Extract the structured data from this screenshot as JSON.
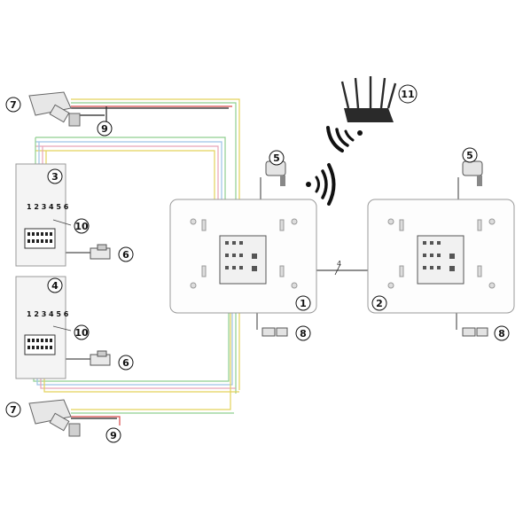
{
  "callouts": {
    "monitor_1": "1",
    "monitor_2": "2",
    "outdoor_station_1": "3",
    "outdoor_station_2": "4",
    "power_supply_monitor_1": "5",
    "power_supply_monitor_2": "5",
    "lock_1": "6",
    "lock_2": "6",
    "camera_top": "7",
    "camera_bottom": "7",
    "camera_power_top": "9",
    "camera_power_bottom": "9",
    "door_release_1": "10",
    "door_release_2": "10",
    "exit_button_monitor_1": "8",
    "exit_button_monitor_2": "8",
    "wifi_router": "11"
  },
  "terminal_labels": {
    "station_1": "1 2 3 4 5 6",
    "station_2": "1 2 3 4 5 6"
  },
  "link_label": "4",
  "colors": {
    "wire_yellow": "#e3d25b",
    "wire_green": "#8fcf8f",
    "wire_blue": "#9ec3e6",
    "wire_pink": "#e8a3b6",
    "wire_red": "#d84a4a",
    "wire_black": "#222222",
    "panel_stroke": "#9a9a9a",
    "device_fill": "#f3f3f3"
  },
  "icons": {
    "router": "wifi-router-icon",
    "wifi": "wifi-signal-icon",
    "camera": "cctv-camera-icon",
    "lock": "electric-lock-icon",
    "adapter": "power-adapter-icon",
    "button": "exit-button-icon"
  }
}
